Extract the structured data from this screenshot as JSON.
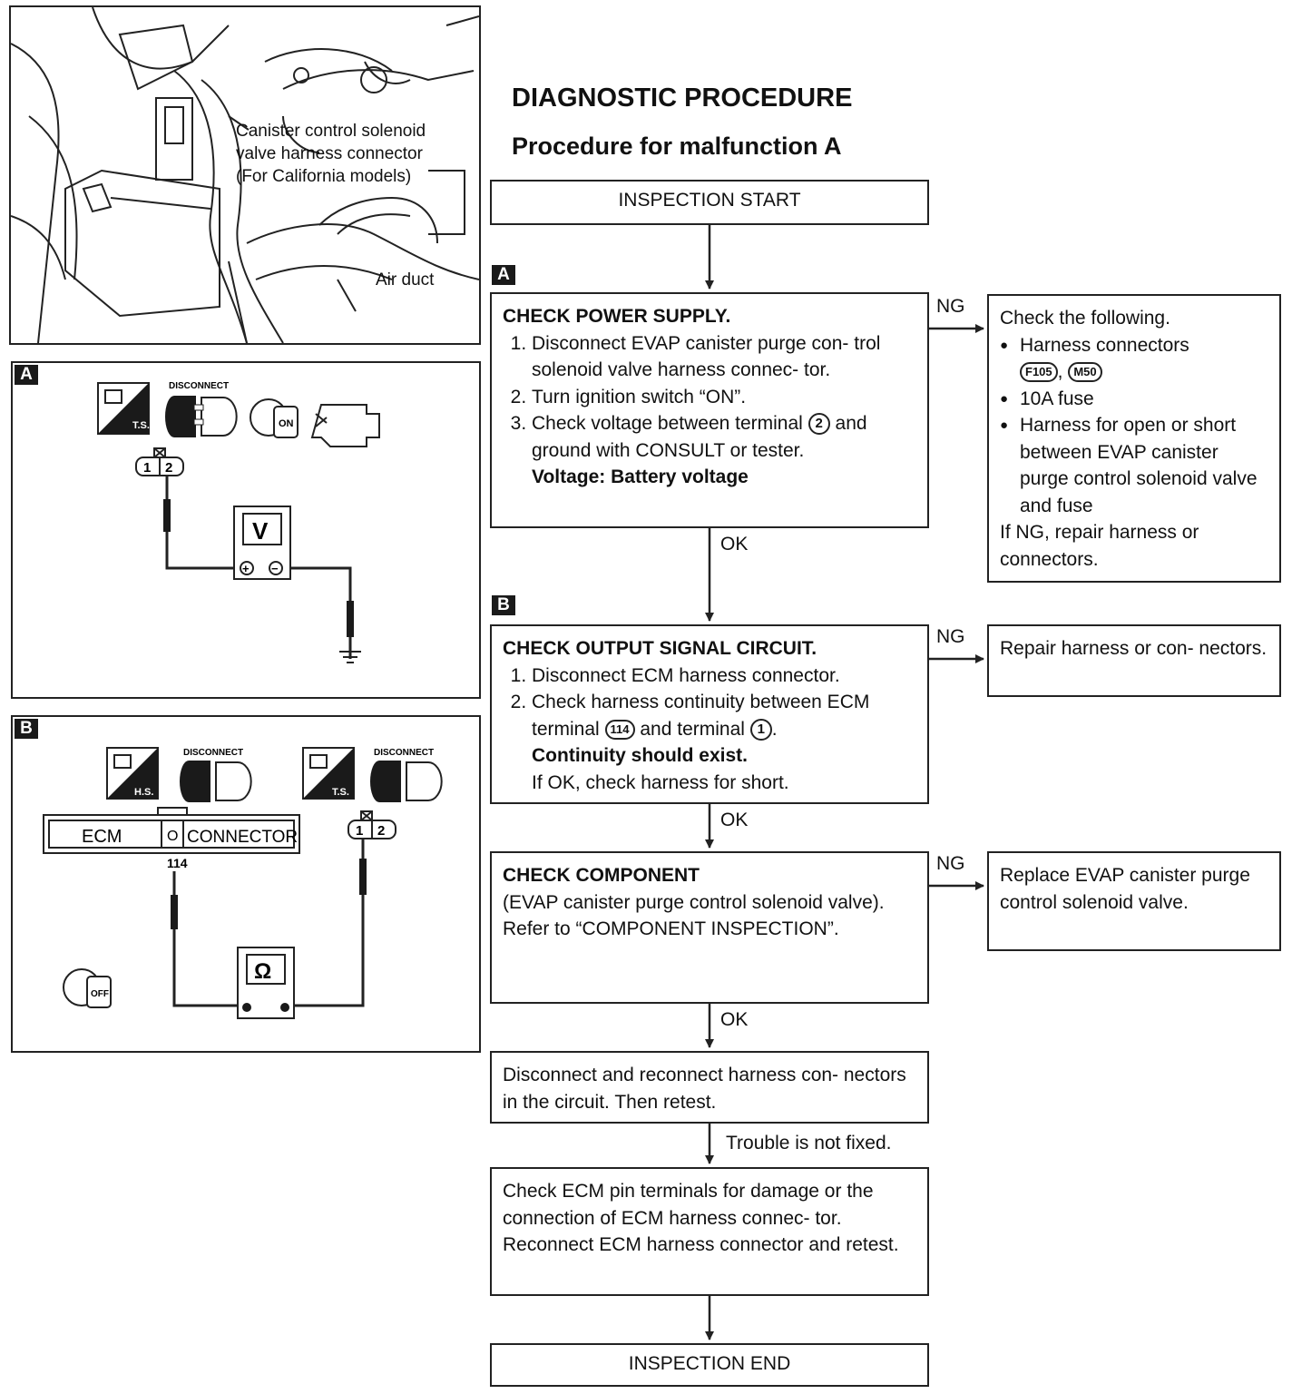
{
  "heading": {
    "title": "DIAGNOSTIC PROCEDURE",
    "subtitle": "Procedure for malfunction A"
  },
  "photo": {
    "callout_lines": [
      "Canister control solenoid",
      "valve harness connector",
      "(For California models)"
    ],
    "air_duct": "Air duct"
  },
  "panel_a": {
    "tag": "A",
    "disconnect": "DISCONNECT",
    "ts": "T.S.",
    "on": "ON",
    "pin1": "1",
    "pin2": "2",
    "meter": "V",
    "plus": "+",
    "minus": "−"
  },
  "panel_b": {
    "tag": "B",
    "hs": "H.S.",
    "ts": "T.S.",
    "disconnect_1": "DISCONNECT",
    "disconnect_2": "DISCONNECT",
    "ecm": "ECM",
    "connector": "CONNECTOR",
    "terminal": "114",
    "pin1": "1",
    "pin2": "2",
    "meter": "Ω",
    "off": "OFF"
  },
  "flow": {
    "start": "INSPECTION START",
    "end": "INSPECTION END",
    "tag_a": "A",
    "tag_b": "B",
    "ng": "NG",
    "ok": "OK",
    "not_fixed": "Trouble is not fixed.",
    "step_a": {
      "title": "CHECK POWER SUPPLY.",
      "items": [
        "Disconnect EVAP canister purge con- trol solenoid valve harness connec- tor.",
        "Turn ignition switch “ON”."
      ],
      "item3_pre": "Check voltage between terminal",
      "item3_term": "2",
      "item3_post": "and ground with CONSULT or tester.",
      "spec": "Voltage: Battery voltage"
    },
    "ng_a": {
      "intro": "Check the following.",
      "item1": "Harness connectors",
      "conn1": "F105",
      "conn2": "M50",
      "item2": "10A fuse",
      "item3": "Harness for open or short between EVAP canister purge control solenoid valve and fuse",
      "footer": "If NG, repair harness or connectors."
    },
    "step_b": {
      "title": "CHECK OUTPUT SIGNAL CIRCUIT.",
      "item1": "Disconnect ECM harness connector.",
      "item2_pre": "Check harness continuity between ECM terminal",
      "item2_term": "114",
      "item2_mid": "and terminal",
      "item2_term2": "1",
      "spec": "Continuity should exist.",
      "note": "If OK, check harness for short."
    },
    "ng_b": "Repair harness or con- nectors.",
    "step_c": {
      "title": "CHECK COMPONENT",
      "body": "(EVAP canister purge control solenoid valve).",
      "ref": "Refer to “COMPONENT INSPECTION”."
    },
    "ng_c": "Replace EVAP canister purge control solenoid valve.",
    "reconnect": "Disconnect and reconnect harness con- nectors in the circuit. Then retest.",
    "final": "Check ECM pin terminals for damage or the connection of ECM harness connec- tor. Reconnect ECM harness connector and retest."
  }
}
